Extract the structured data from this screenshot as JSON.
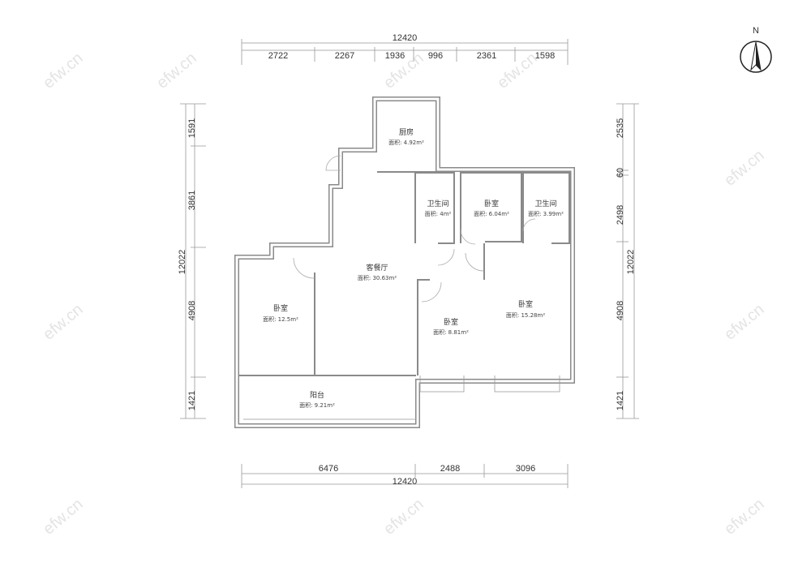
{
  "watermark": "efw.cn",
  "compass": {
    "label": "N"
  },
  "rooms": [
    {
      "name": "厨房",
      "area": "面积: 4.92m²"
    },
    {
      "name": "卫生间",
      "area": "面积: 4m²"
    },
    {
      "name": "卧室",
      "area": "面积: 6.04m²"
    },
    {
      "name": "卫生间",
      "area": "面积: 3.99m²"
    },
    {
      "name": "客餐厅",
      "area": "面积: 30.63m²"
    },
    {
      "name": "卧室",
      "area": "面积: 12.5m²"
    },
    {
      "name": "卧室",
      "area": "面积: 8.81m²"
    },
    {
      "name": "卧室",
      "area": "面积: 15.28m²"
    },
    {
      "name": "阳台",
      "area": "面积: 9.21m²"
    }
  ],
  "dimensions": {
    "top_total": "12420",
    "top": [
      "2722",
      "2267",
      "1936",
      "996",
      "2361",
      "1598"
    ],
    "bottom": [
      "6476",
      "2488",
      "3096"
    ],
    "bottom_total": "12420",
    "left": [
      "1591",
      "3861",
      "4908",
      "1421"
    ],
    "left_total": "12022",
    "right": [
      "2535",
      "60",
      "2498",
      "4908",
      "1421"
    ],
    "right_total": "12022"
  }
}
